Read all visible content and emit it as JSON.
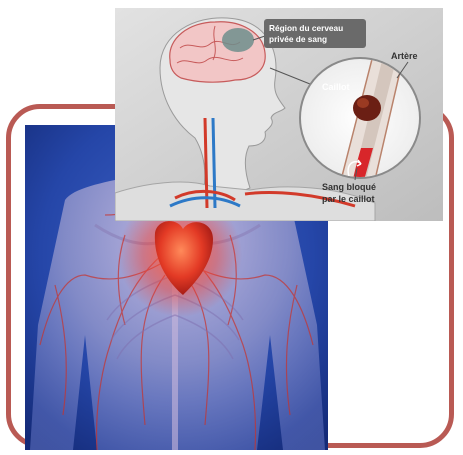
{
  "inset": {
    "region_line1": "Région du cerveau",
    "region_line2": "privée de sang",
    "artery_label": "Artère",
    "clot_label": "Caillot",
    "blocked_line1": "Sang bloqué",
    "blocked_line2": "par le caillot"
  },
  "colors": {
    "frame": "#b95a54",
    "body_background": "#1f3f9e",
    "heart": "#e33a25",
    "vessels": "#c8322c",
    "inset_background": "#c9c9c9"
  }
}
